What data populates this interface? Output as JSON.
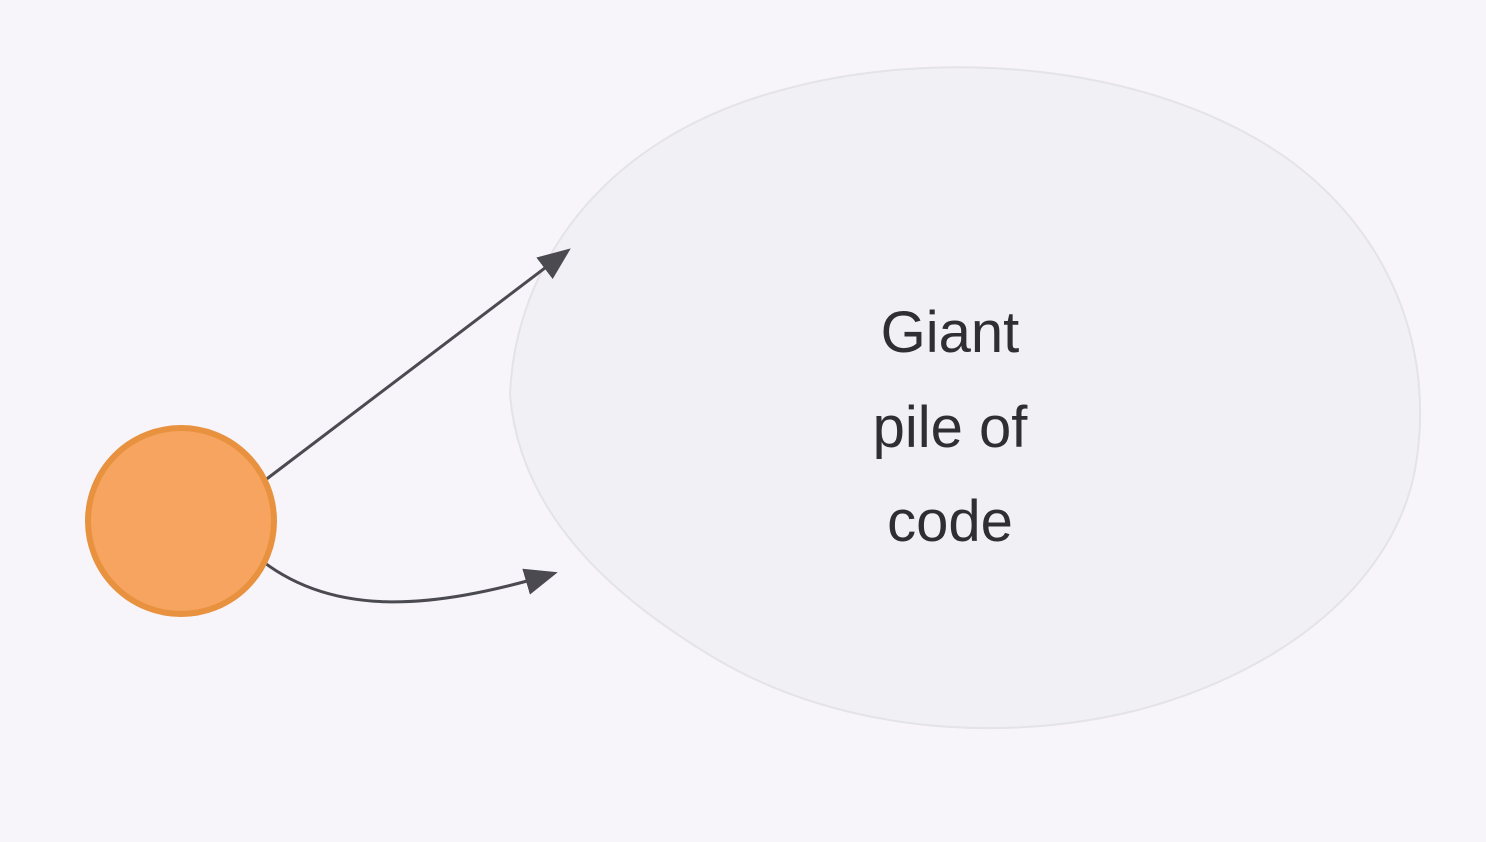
{
  "diagram": {
    "blob": {
      "lines": [
        "Giant",
        "pile of",
        "code"
      ]
    }
  },
  "colors": {
    "background": "#f7f5fa",
    "blob_fill": "#f1f0f4",
    "blob_stroke": "#e4e3e8",
    "node_fill": "#f6a45f",
    "node_stroke": "#e8913f",
    "arrow": "#4a4a50",
    "text": "#2e2e33"
  }
}
